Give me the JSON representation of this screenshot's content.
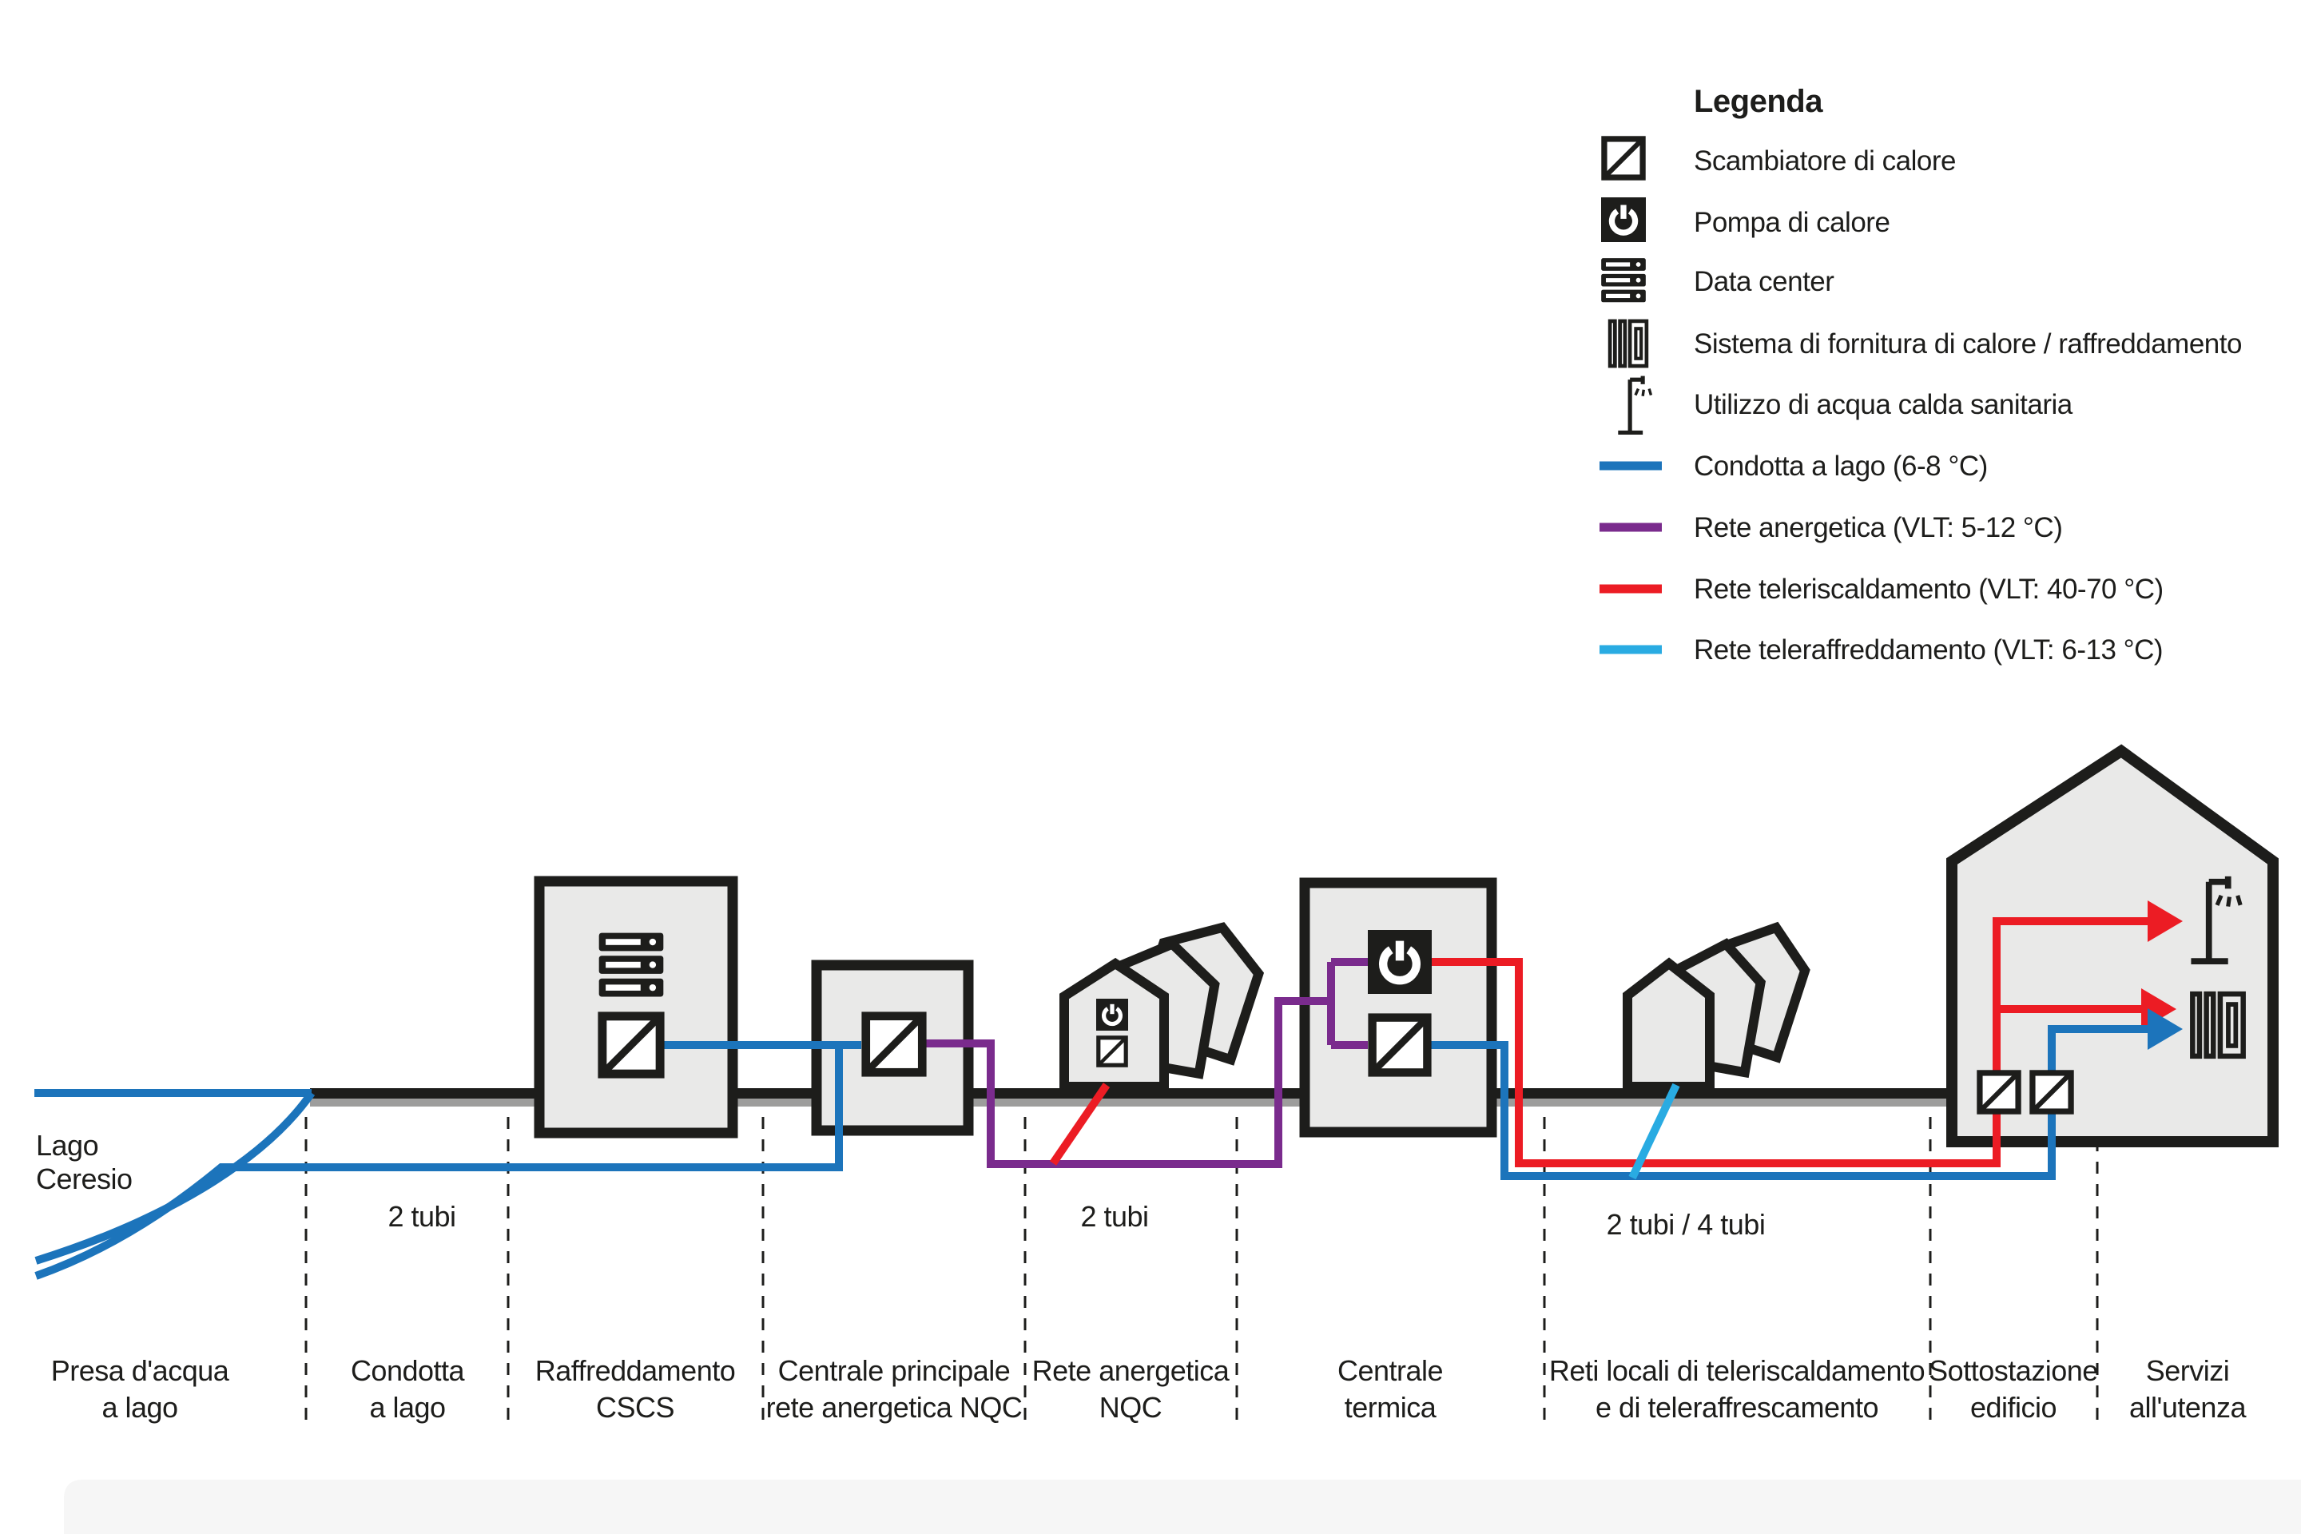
{
  "legend": {
    "title": "Legenda",
    "items": [
      {
        "icon": "heat-exchanger-icon",
        "label": "Scambiatore di calore"
      },
      {
        "icon": "heat-pump-icon",
        "label": "Pompa di calore"
      },
      {
        "icon": "data-center-icon",
        "label": "Data center"
      },
      {
        "icon": "heating-cooling-supply-icon",
        "label": "Sistema di fornitura di calore / raffreddamento"
      },
      {
        "icon": "hot-water-use-icon",
        "label": "Utilizzo di acqua calda sanitaria"
      }
    ],
    "lines": [
      {
        "color": "#1c74bb",
        "label": "Condotta a lago (6-8 °C)"
      },
      {
        "color": "#7a2b8d",
        "label": "Rete anergetica (VLT: 5-12 °C)"
      },
      {
        "color": "#ec1c24",
        "label": "Rete teleriscaldamento (VLT: 40-70 °C)"
      },
      {
        "color": "#29abe2",
        "label": "Rete teleraffreddamento (VLT: 6-13 °C)"
      }
    ]
  },
  "lake": {
    "line1": "Lago",
    "line2": "Ceresio"
  },
  "pipe_labels": {
    "tubi1": "2 tubi",
    "tubi2": "2 tubi",
    "tubi3": "2 tubi / 4 tubi"
  },
  "sections": [
    {
      "line1": "Presa d'acqua",
      "line2": "a lago"
    },
    {
      "line1": "Condotta",
      "line2": "a lago"
    },
    {
      "line1": "Raffreddamento",
      "line2": "CSCS"
    },
    {
      "line1": "Centrale principale",
      "line2": "rete anergetica NQC"
    },
    {
      "line1": "Rete anergetica",
      "line2": "NQC"
    },
    {
      "line1": "Centrale",
      "line2": "termica"
    },
    {
      "line1": "Reti locali di teleriscaldamento",
      "line2": "e di teleraffrescamento"
    },
    {
      "line1": "Sottostazione",
      "line2": "edificio"
    },
    {
      "line1": "Servizi",
      "line2": "all'utenza"
    }
  ],
  "colors": {
    "lake_blue": "#1c74bb",
    "anergetic_purple": "#7a2b8d",
    "heating_red": "#ec1c24",
    "cooling_cyan": "#29abe2",
    "ink": "#1d1d1b",
    "ground_gray": "#9d9d9c",
    "building_fill": "#e9e9e8"
  }
}
